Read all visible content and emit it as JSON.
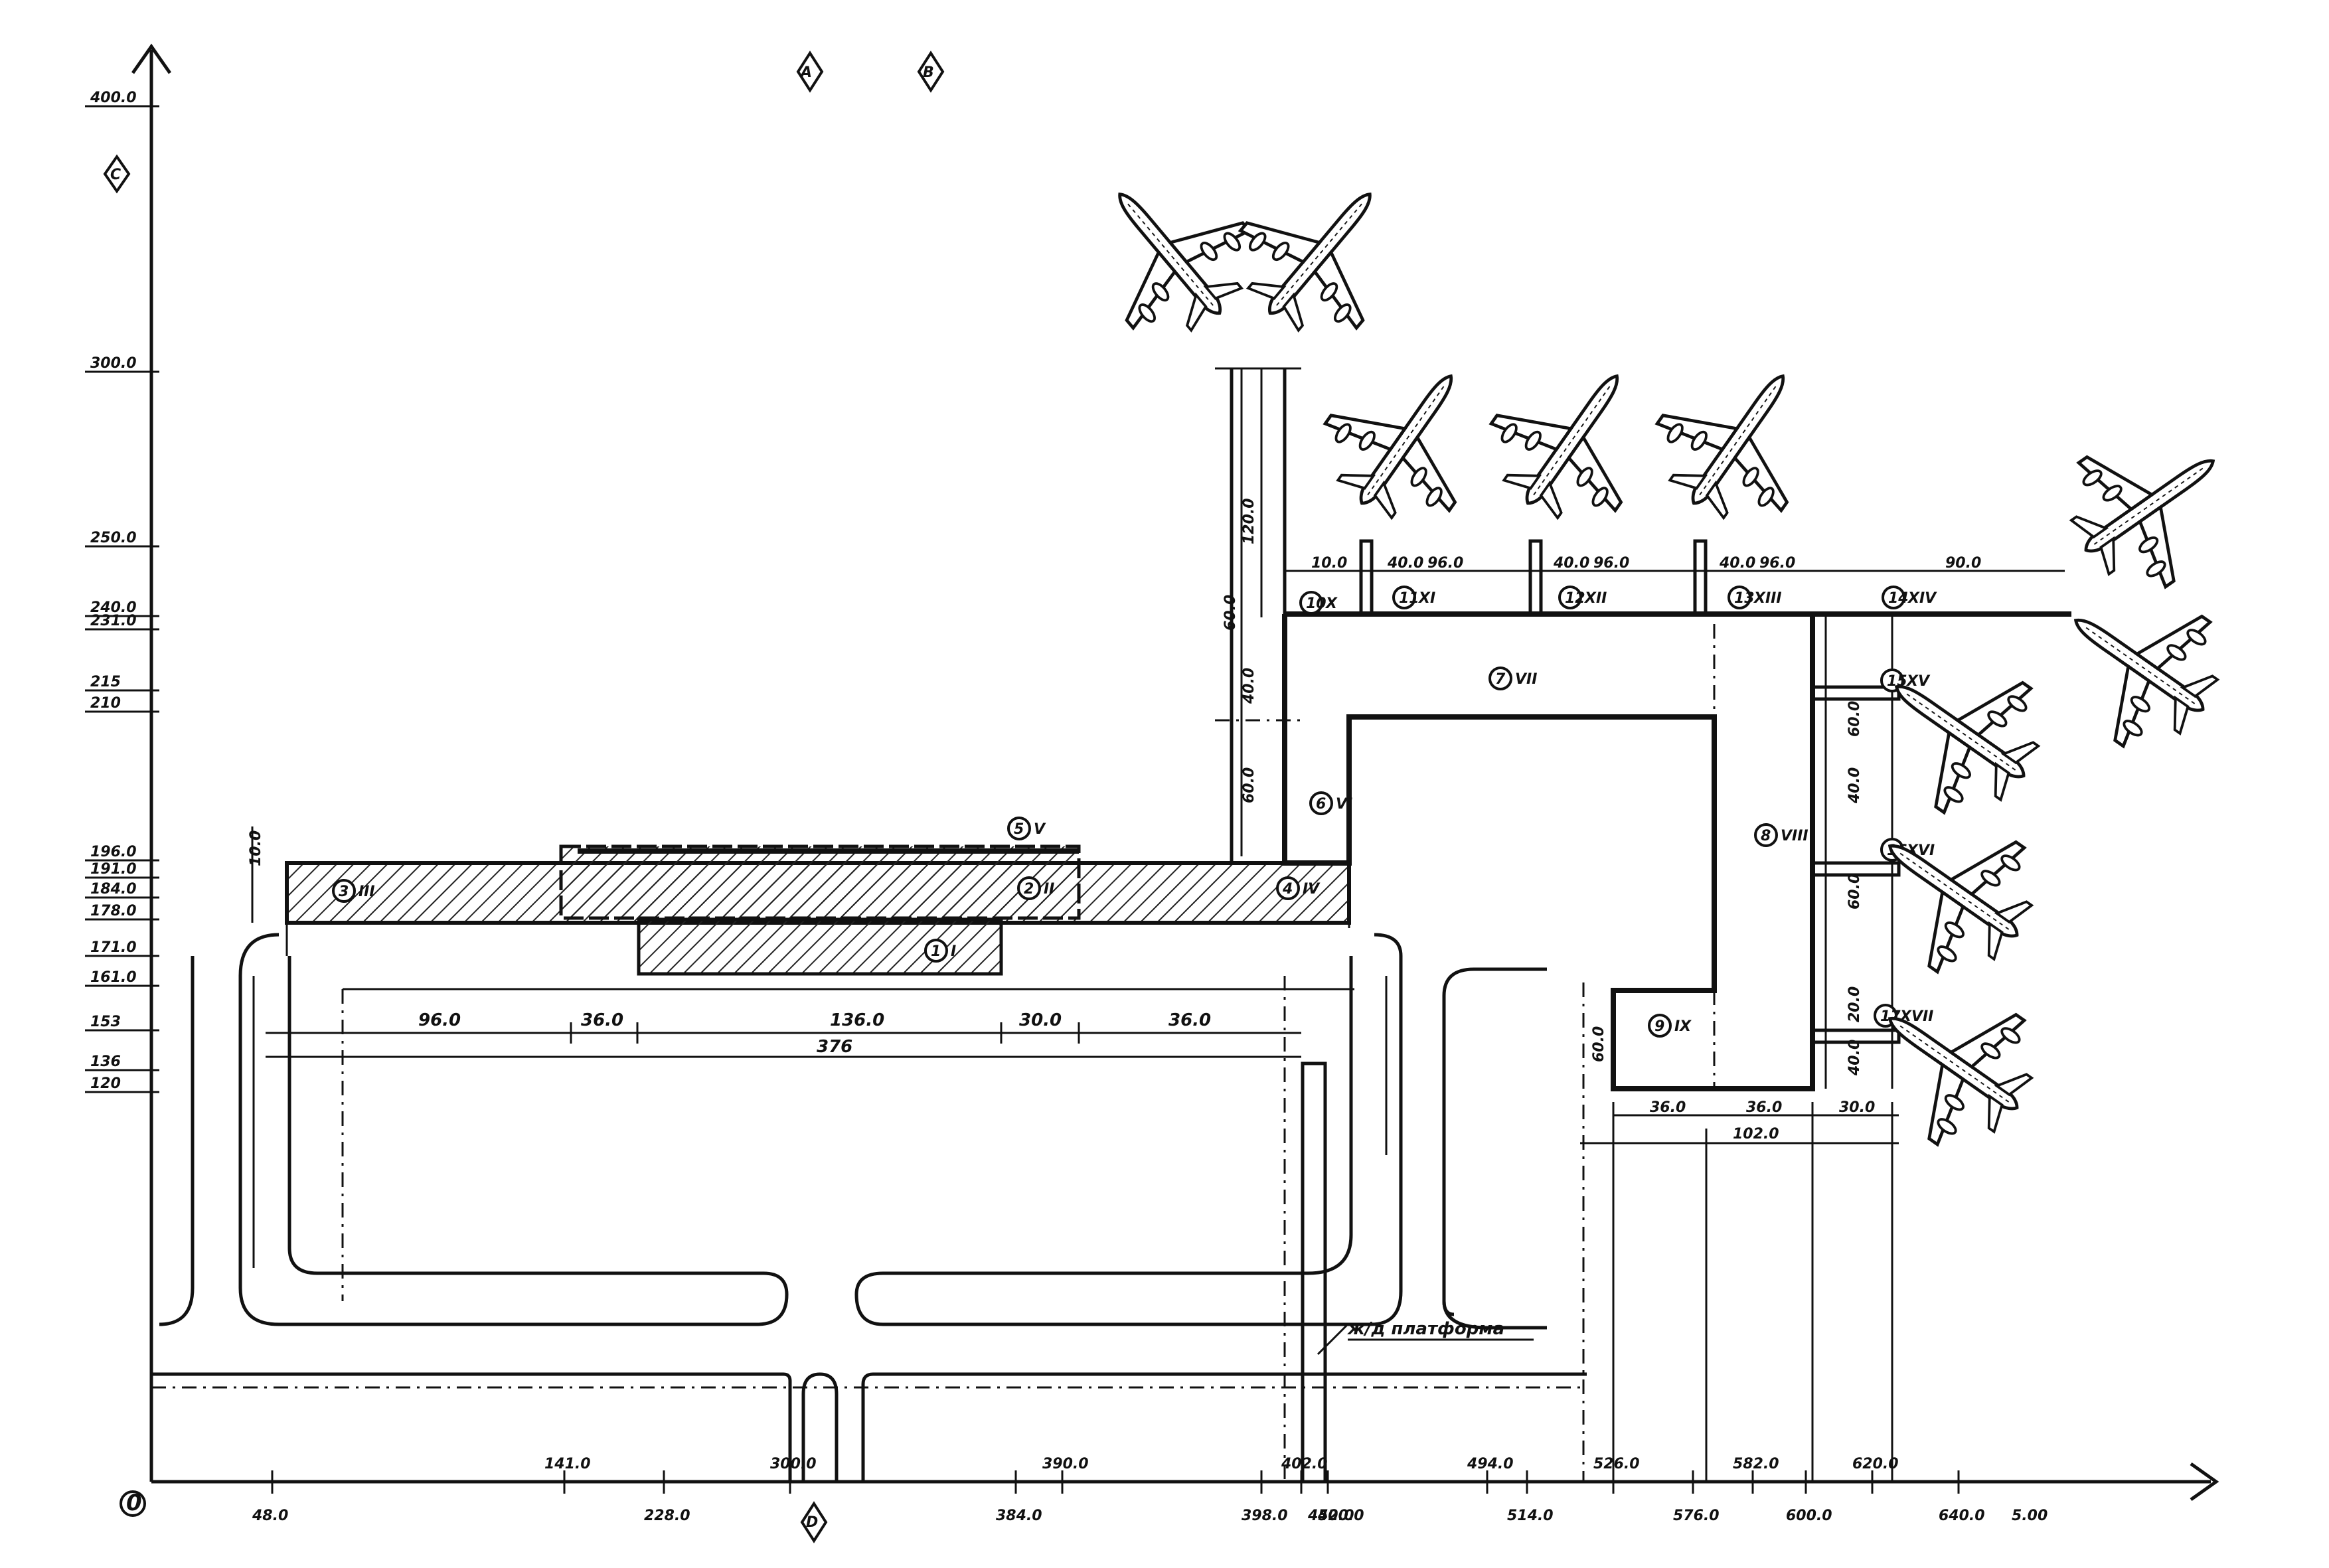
{
  "drawing": {
    "origin_label": "0",
    "x_axis_values": [
      "48.0",
      "141.0",
      "228.0",
      "300.0",
      "384.0",
      "390.0",
      "398.0",
      "402.0",
      "452.0",
      "494.0",
      "514.0",
      "526.0",
      "576.0",
      "582.0",
      "600.0",
      "620.0",
      "640.0"
    ],
    "y_axis_values": [
      "400.0",
      "300.0",
      "250.0",
      "240.0",
      "231.0",
      "215",
      "210",
      "196.0",
      "191.0",
      "184.0",
      "178.0",
      "171.0",
      "161.0",
      "153",
      "136",
      "120"
    ],
    "axis_extra_labels": [
      "5.00",
      "400.0"
    ],
    "axis_markers": [
      "A",
      "B",
      "C",
      "D"
    ],
    "building_dims": [
      "96.0",
      "36.0",
      "136.0",
      "30.0",
      "36.0"
    ],
    "building_total": "376",
    "pier_dims": [
      "120.0",
      "60.0",
      "40.0",
      "60.0",
      "20.0"
    ],
    "gate_dims": [
      "10.0",
      "40.0",
      "96.0",
      "40.0",
      "96.0",
      "40.0",
      "96.0",
      "90.0"
    ],
    "wing_dims": [
      "60.0",
      "40.0",
      "60.0",
      "20.0",
      "40.0"
    ],
    "south_dims": [
      "36.0",
      "36.0",
      "30.0"
    ],
    "south_total": "102.0",
    "block_label": "60.0",
    "left_dim": "10.0",
    "rail_label": "ж/д платформа"
  },
  "zones": [
    {
      "num": "1",
      "roman": "I"
    },
    {
      "num": "2",
      "roman": "II"
    },
    {
      "num": "3",
      "roman": "III"
    },
    {
      "num": "4",
      "roman": "IV"
    },
    {
      "num": "5",
      "roman": "V"
    },
    {
      "num": "6",
      "roman": "VI"
    },
    {
      "num": "7",
      "roman": "VII"
    },
    {
      "num": "8",
      "roman": "VIII"
    },
    {
      "num": "9",
      "roman": "IX"
    },
    {
      "num": "10",
      "roman": "X"
    },
    {
      "num": "11",
      "roman": "XI"
    },
    {
      "num": "12",
      "roman": "XII"
    },
    {
      "num": "13",
      "roman": "XIII"
    },
    {
      "num": "14",
      "roman": "XIV"
    },
    {
      "num": "15",
      "roman": "XV"
    },
    {
      "num": "16",
      "roman": "XVI"
    },
    {
      "num": "17",
      "roman": "XVII"
    }
  ],
  "aircraft": [
    "airplane",
    "airplane",
    "airplane",
    "airplane",
    "airplane",
    "airplane",
    "airplane",
    "airplane",
    "airplane",
    "airplane"
  ]
}
